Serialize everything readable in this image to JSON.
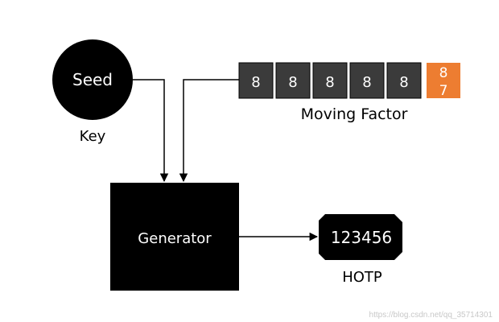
{
  "seed": {
    "label": "Seed",
    "caption": "Key"
  },
  "moving_factor": {
    "cells": [
      "8",
      "8",
      "8",
      "8",
      "8"
    ],
    "highlight_cell": {
      "top": "8",
      "bottom": "7"
    },
    "caption": "Moving Factor"
  },
  "generator": {
    "label": "Generator"
  },
  "hotp": {
    "value": "123456",
    "caption": "HOTP"
  },
  "watermark": "https://blog.csdn.net/qq_35714301",
  "colors": {
    "cell_fill": "#3b3b3b",
    "highlight_fill": "#ed7d31",
    "ink": "#000000",
    "paper": "#ffffff"
  }
}
